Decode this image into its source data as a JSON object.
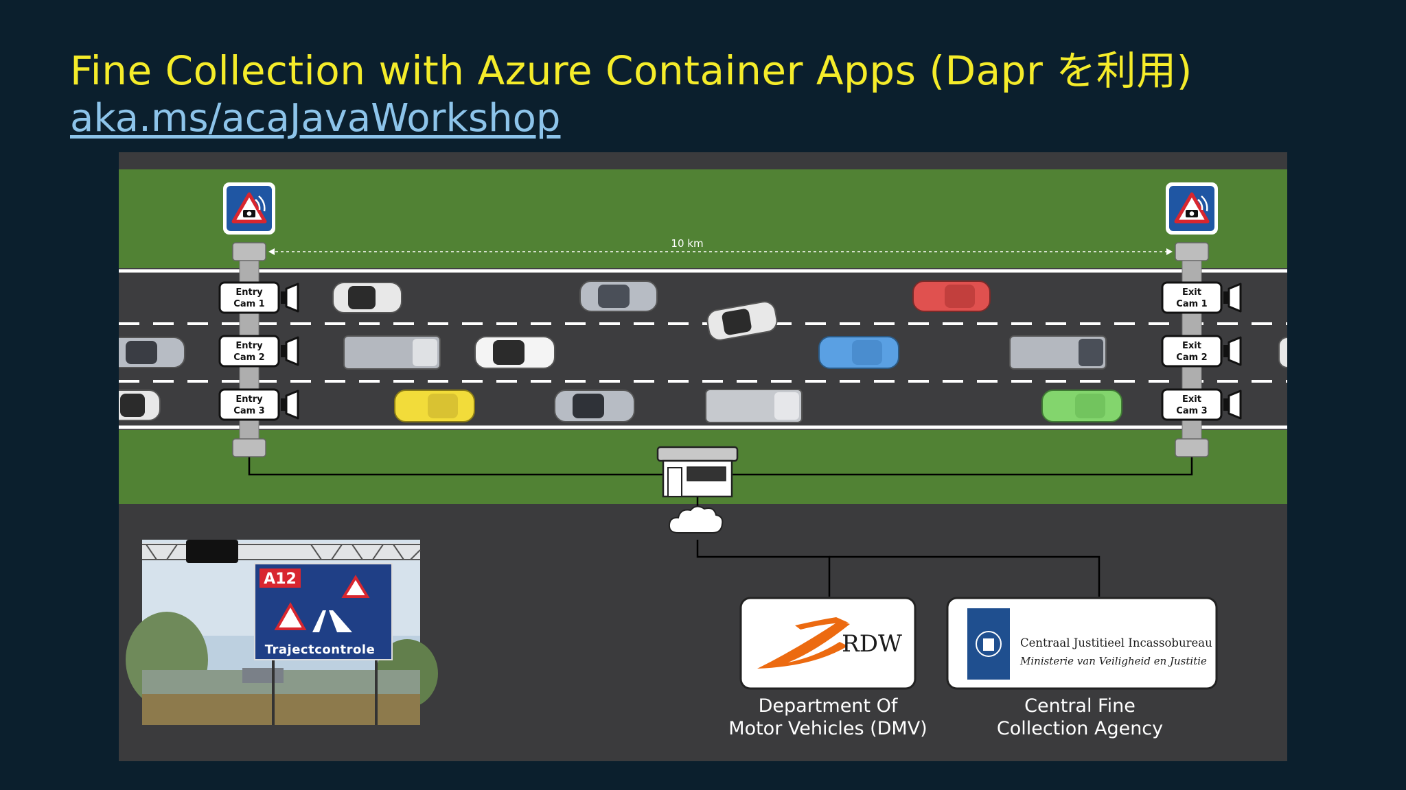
{
  "title": "Fine Collection with Azure Container Apps (Dapr を利用)",
  "link": "aka.ms/acaJavaWorkshop",
  "diagram": {
    "distance_label": "10 km",
    "entry_cams": [
      {
        "line1": "Entry",
        "line2": "Cam 1"
      },
      {
        "line1": "Entry",
        "line2": "Cam 2"
      },
      {
        "line1": "Entry",
        "line2": "Cam 3"
      }
    ],
    "exit_cams": [
      {
        "line1": "Exit",
        "line2": "Cam 1"
      },
      {
        "line1": "Exit",
        "line2": "Cam 2"
      },
      {
        "line1": "Exit",
        "line2": "Cam 3"
      }
    ],
    "photo_sign": {
      "road": "A12",
      "label": "Trajectcontrole"
    },
    "dmv": {
      "logo_text": "RDW",
      "label_line1": "Department Of",
      "label_line2": "Motor Vehicles (DMV)"
    },
    "cjib": {
      "logo_line1": "Centraal Justitieel Incassobureau",
      "logo_line2": "Ministerie van Veiligheid en Justitie",
      "label_line1": "Central Fine",
      "label_line2": "Collection Agency"
    },
    "colors": {
      "grass": "#518234",
      "asphalt": "#3d3d3f",
      "rdw_orange": "#ec6a10",
      "cjib_blue": "#1f4f8f",
      "sign_blue": "#1f56a3"
    }
  }
}
